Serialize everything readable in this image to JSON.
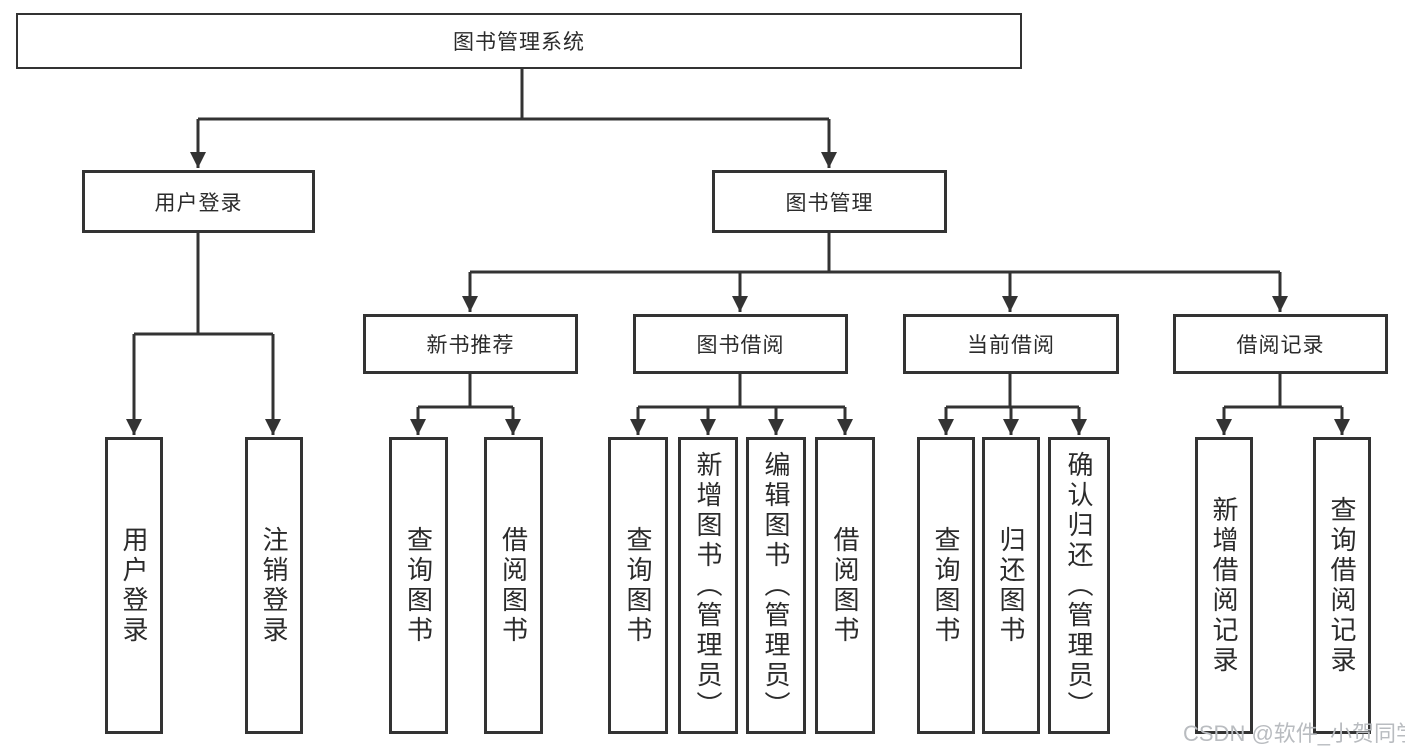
{
  "diagram": {
    "root": {
      "label": "图书管理系统"
    },
    "level2": [
      {
        "label": "用户登录"
      },
      {
        "label": "图书管理"
      }
    ],
    "level3": [
      {
        "label": "新书推荐"
      },
      {
        "label": "图书借阅"
      },
      {
        "label": "当前借阅"
      },
      {
        "label": "借阅记录"
      }
    ],
    "leaves": {
      "login": [
        "用户登录",
        "注销登录"
      ],
      "recommend": [
        "查询图书",
        "借阅图书"
      ],
      "borrow": [
        "查询图书",
        "新增图书（管理员）",
        "编辑图书（管理员）",
        "借阅图书"
      ],
      "current": [
        "查询图书",
        "归还图书",
        "确认归还（管理员）"
      ],
      "records": [
        "新增借阅记录",
        "查询借阅记录"
      ]
    }
  },
  "watermark": {
    "text": "CSDN @软件_小贺同学"
  },
  "colors": {
    "line": "#333333",
    "text": "#2b2b2b",
    "background": "#ffffff",
    "watermark": "#b9bcc0"
  }
}
